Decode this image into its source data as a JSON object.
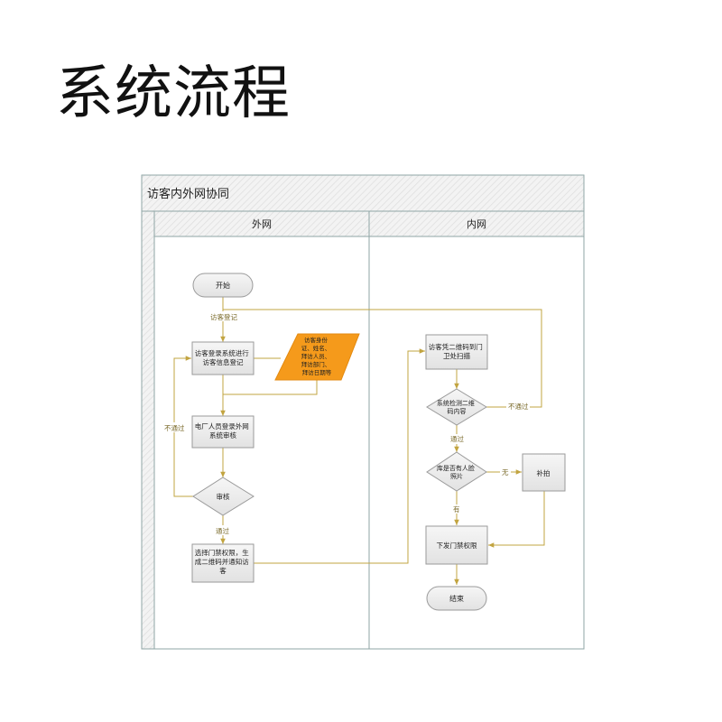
{
  "page": {
    "title": "系统流程"
  },
  "diagram": {
    "pool_title": "访客内外网协同",
    "lanes": [
      "外网",
      "内网"
    ],
    "nodes": {
      "start": "开始",
      "register": [
        "访客登录系统进行",
        "访客信息登记"
      ],
      "info": [
        "访客身份",
        "证、姓名、",
        "拜访人员、",
        "拜访部门、",
        "拜访日期等"
      ],
      "review_task": [
        "电厂人员登录外网",
        "系统审核"
      ],
      "decision_review": "审核",
      "gen_code": [
        "选择门禁权限，生",
        "成二维码并通知访",
        "客"
      ],
      "scan": [
        "访客凭二维码到门",
        "卫处扫描"
      ],
      "decision_detect": [
        "系统检测二维",
        "码内容"
      ],
      "decision_photo": [
        "库是否有人脸",
        "照片"
      ],
      "supplement": "补拍",
      "issue": "下发门禁权限",
      "end": "结束"
    },
    "edge_labels": {
      "visitor_register": "访客登记",
      "review_fail": "不通过",
      "review_pass": "通过",
      "detect_fail": "不通过",
      "detect_pass": "通过",
      "photo_no": "无",
      "photo_yes": "有"
    },
    "colors": {
      "edge": "#c2a440",
      "node_fill": "#ececec",
      "node_stroke": "#9a9a9a",
      "highlight": "#f59a1b",
      "lane_line": "#8fa6a6"
    }
  }
}
